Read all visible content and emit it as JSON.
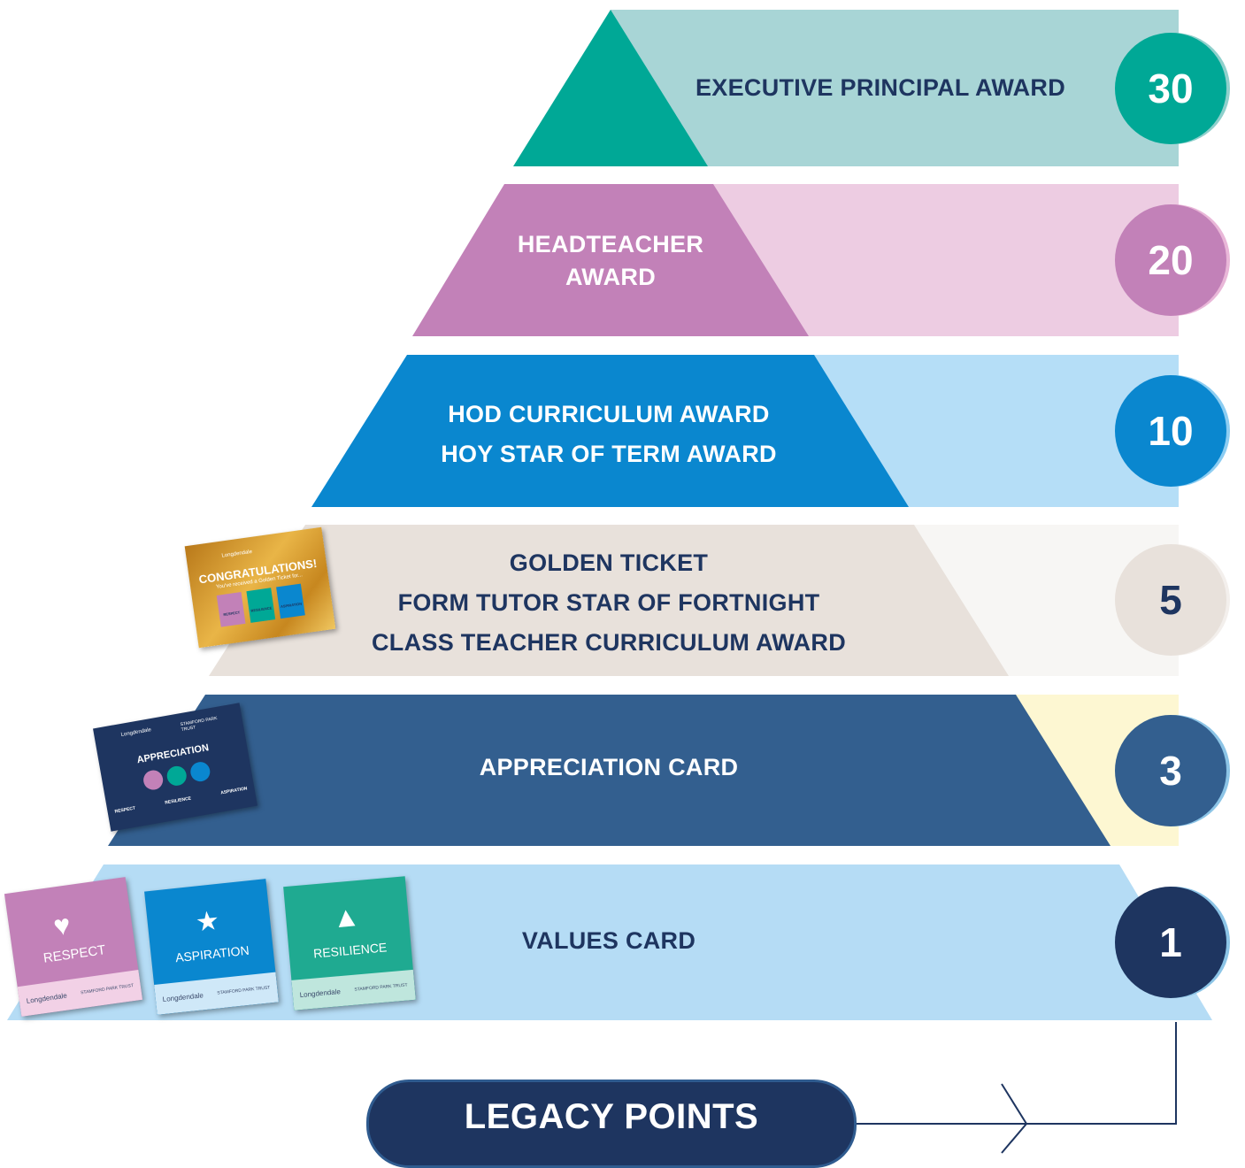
{
  "tiers": [
    {
      "lines": [
        "EXECUTIVE PRINCIPAL AWARD"
      ],
      "points": "30"
    },
    {
      "lines": [
        "HEADTEACHER",
        "AWARD"
      ],
      "points": "20"
    },
    {
      "lines": [
        "HOD CURRICULUM AWARD",
        "HOY STAR OF TERM AWARD"
      ],
      "points": "10"
    },
    {
      "lines": [
        "GOLDEN TICKET",
        "FORM TUTOR STAR OF FORTNIGHT",
        "CLASS TEACHER CURRICULUM AWARD"
      ],
      "points": "5"
    },
    {
      "lines": [
        "APPRECIATION CARD"
      ],
      "points": "3"
    },
    {
      "lines": [
        "VALUES CARD"
      ],
      "points": "1"
    }
  ],
  "legacy": {
    "label": "LEGACY POINTS"
  },
  "cards": {
    "golden_ticket": {
      "title": "CONGRATULATIONS!",
      "subtitle": "You've received a Golden Ticket for...",
      "values": [
        "RESPECT",
        "RESILIENCE",
        "ASPIRATION"
      ]
    },
    "appreciation": {
      "title": "APPRECIATION",
      "values": [
        "RESPECT",
        "RESILIENCE",
        "ASPIRATION"
      ]
    },
    "values": [
      {
        "word": "RESPECT",
        "icon": "heart-handshake-icon"
      },
      {
        "word": "ASPIRATION",
        "icon": "trophy-star-icon"
      },
      {
        "word": "RESILIENCE",
        "icon": "mountain-icon"
      }
    ],
    "school_logo": "Longdendale",
    "trust_logo": "STAMFORD PARK TRUST"
  },
  "colors": {
    "tier1_dark": "#00a896",
    "tier1_light": "#a8d5d6",
    "tier2_dark": "#c281b8",
    "tier2_light": "#edcce2",
    "tier3_dark": "#0a87cf",
    "tier3_light": "#b5def7",
    "tier4_dark": "#e8e1db",
    "tier4_light": "#f7f6f4",
    "tier5_dark": "#335f8f",
    "tier5_light": "#fdf7d2",
    "tier6_dark": "#b5dcf5",
    "badge1": "#1e3560",
    "navy_text": "#1e3560"
  }
}
